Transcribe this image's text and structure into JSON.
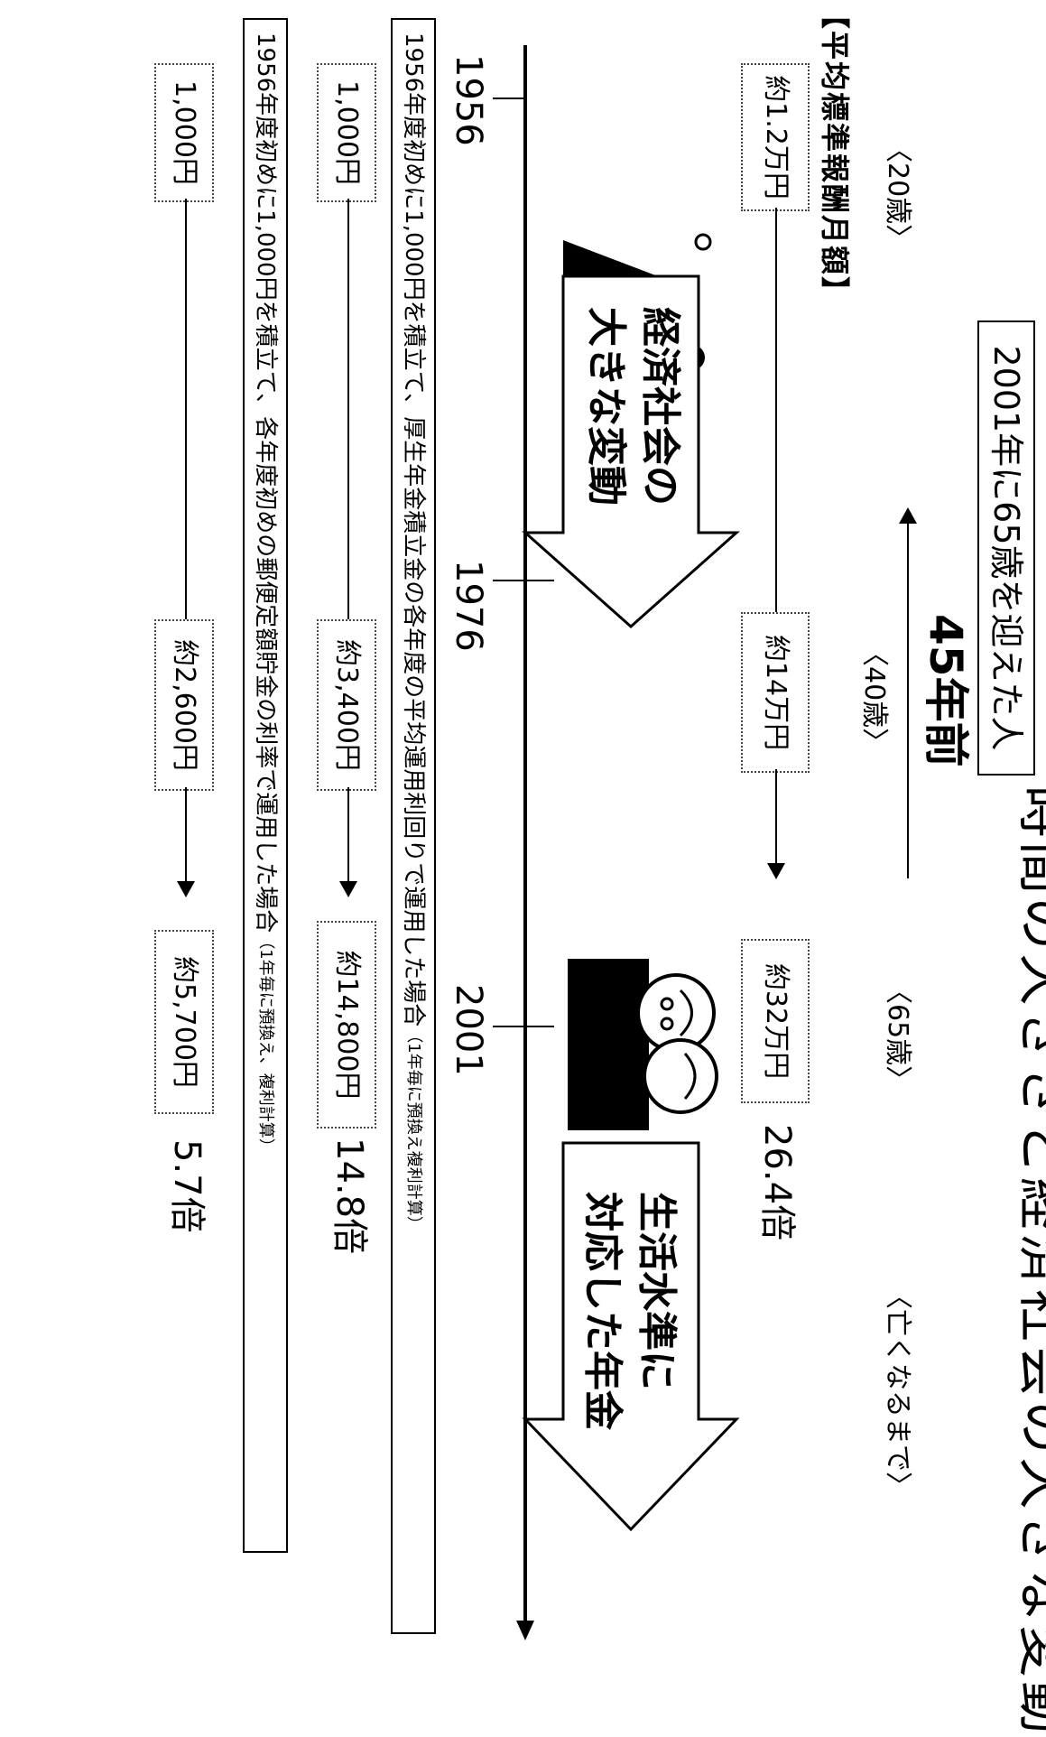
{
  "diagram": {
    "title_fragment": "時間の大きさと経済社会の大きな変動",
    "person_label": "2001年に65歳を迎えた人",
    "span_label": "45年前",
    "ages": {
      "age20": "〈20歳〉",
      "age40": "〈40歳〉",
      "age65": "〈65歳〉",
      "until_death": "〈亡くなるまで〉"
    },
    "section_salary": "【平均標準報酬月額】",
    "salary": {
      "y1956": "約1.2万円",
      "y1976": "約14万円",
      "y2001": "約32万円",
      "ratio": "26.4倍"
    },
    "big_arrows": {
      "econ_line1": "経済社会の",
      "econ_line2": "大きな変動",
      "pension_line1": "生活水準に",
      "pension_line2": "対応した年金"
    },
    "years": [
      "1956",
      "1976",
      "2001"
    ],
    "scenario1": {
      "caption": "1956年度初めに1,000円を積立て、厚生年金積立金の各年度の平均運用利回りで運用した場合",
      "note": "（1年毎に預換え複利計算）",
      "v1956": "1,000円",
      "v1976": "約3,400円",
      "v2001": "約14,800円",
      "ratio": "14.8倍"
    },
    "scenario2": {
      "caption": "1956年度初めに1,000円を積立て、各年度初めの郵便定額貯金の利率で運用した場合",
      "note": "（1年毎に預換え、複利計算）",
      "v1956": "1,000円",
      "v1976": "約2,600円",
      "v2001": "約5,700円",
      "ratio": "5.7倍"
    }
  }
}
